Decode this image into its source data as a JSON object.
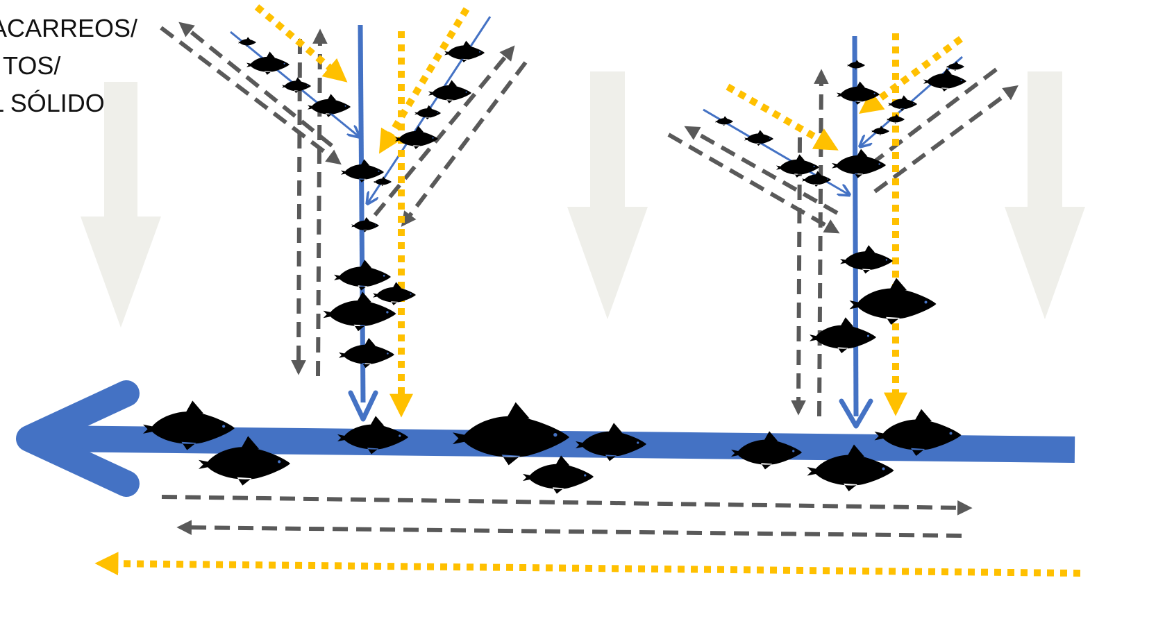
{
  "legend": {
    "lines": [
      "ACARREOS/",
      "TOS/",
      "L SÓLIDO"
    ]
  },
  "colors": {
    "water": "#4472C4",
    "sediment": "#595959",
    "nutrient": "#FFC000",
    "landscape": "#EFEFEA",
    "fish": "#000000"
  },
  "diagram": {
    "elements": [
      "main-river-flow-arrow",
      "tributary-water-flow-arrows",
      "sediment-transport-dashed-arrows",
      "nutrient-flow-dotted-arrows",
      "landscape-down-arrows",
      "fish-silhouettes"
    ]
  }
}
